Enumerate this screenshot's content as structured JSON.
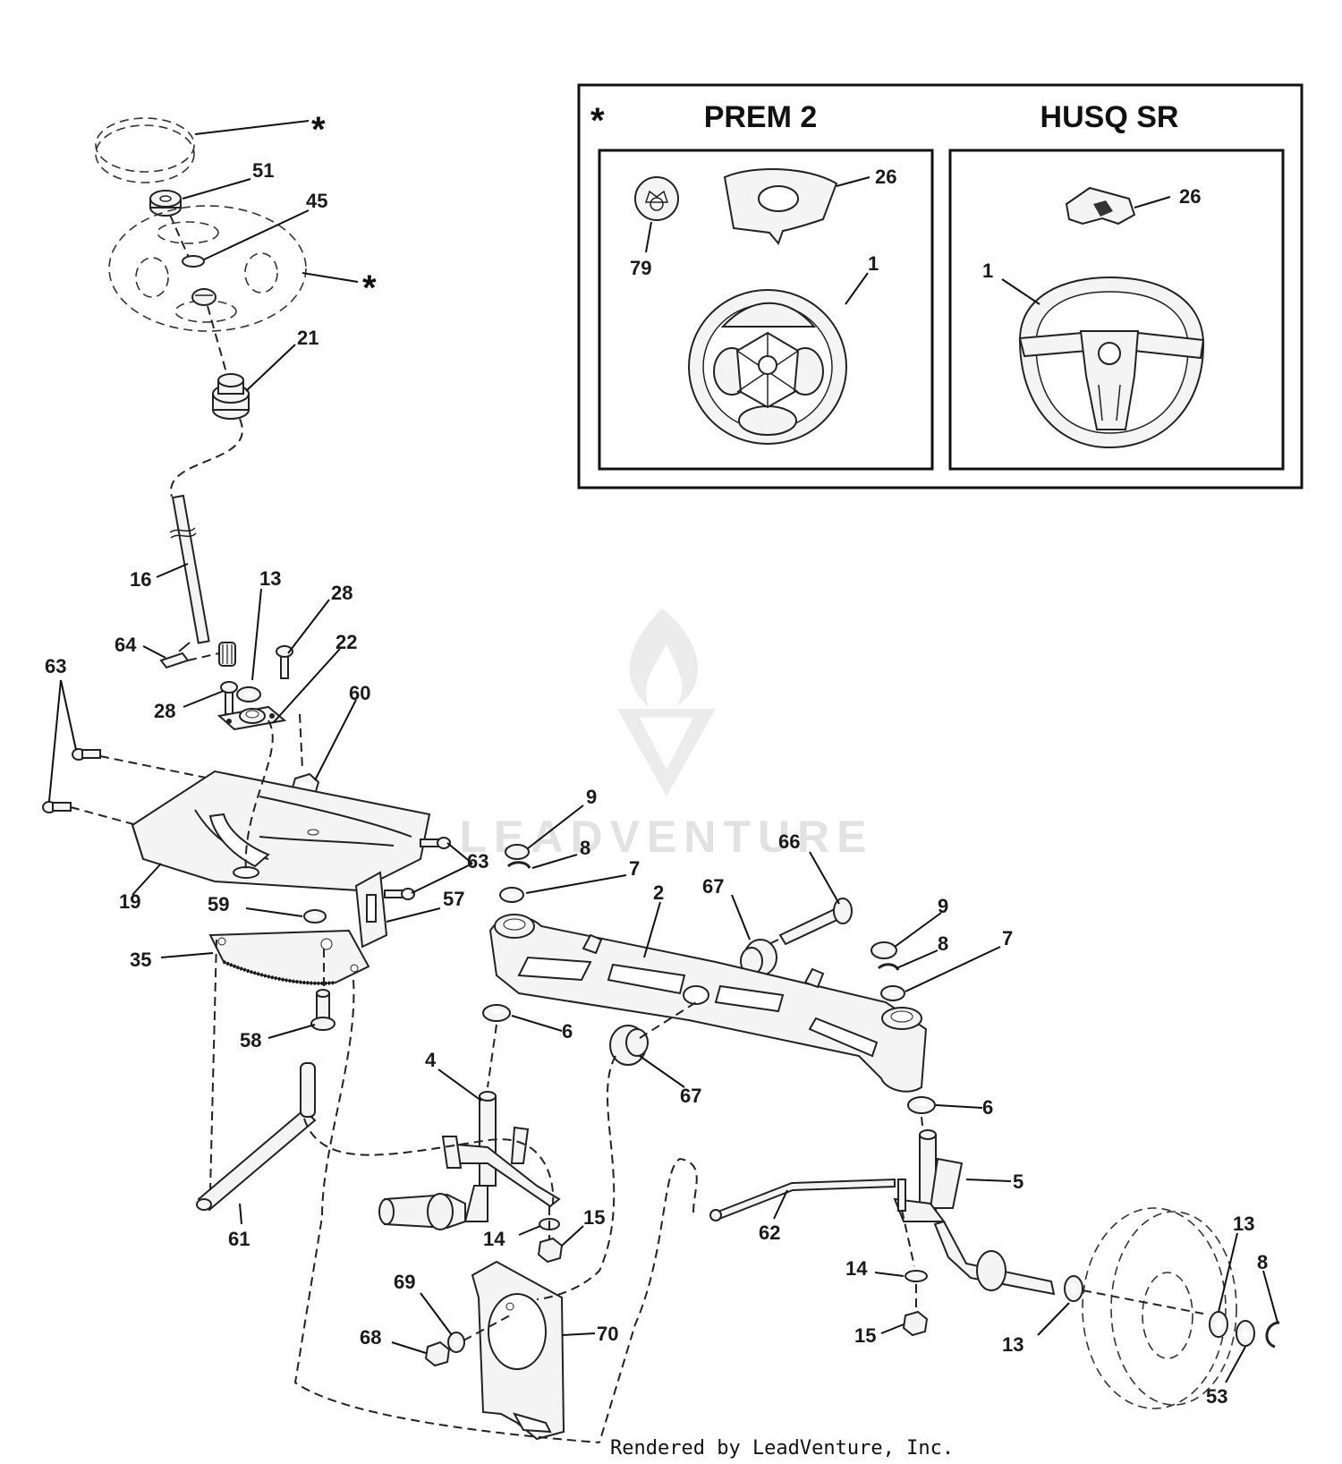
{
  "inset": {
    "asterisk": "*",
    "left_title": "PREM 2",
    "right_title": "HUSQ SR",
    "left_callouts": [
      "79",
      "26",
      "1"
    ],
    "right_callouts": [
      "26",
      "1"
    ]
  },
  "callouts": {
    "star_top": "*",
    "star_wheel": "*",
    "c51": "51",
    "c45": "45",
    "c21": "21",
    "c16": "16",
    "c13a": "13",
    "c28a": "28",
    "c64": "64",
    "c22": "22",
    "c28b": "28",
    "c63a": "63",
    "c60": "60",
    "c9a": "9",
    "c8a": "8",
    "c7a": "7",
    "c63b": "63",
    "c57": "57",
    "c19": "19",
    "c59": "59",
    "c35": "35",
    "c66": "66",
    "c67a": "67",
    "c2": "2",
    "c9b": "9",
    "c8b": "8",
    "c7b": "7",
    "c6a": "6",
    "c58": "58",
    "c4": "4",
    "c67b": "67",
    "c6b": "6",
    "c5": "5",
    "c61": "61",
    "c62": "62",
    "c14a": "14",
    "c15a": "15",
    "c14b": "14",
    "c15b": "15",
    "c13b": "13",
    "c8c": "8",
    "c13c": "13",
    "c53": "53",
    "c69": "69",
    "c70": "70",
    "c68": "68"
  },
  "watermark": "LEADVENTURE",
  "footer": "Rendered by LeadVenture, Inc."
}
